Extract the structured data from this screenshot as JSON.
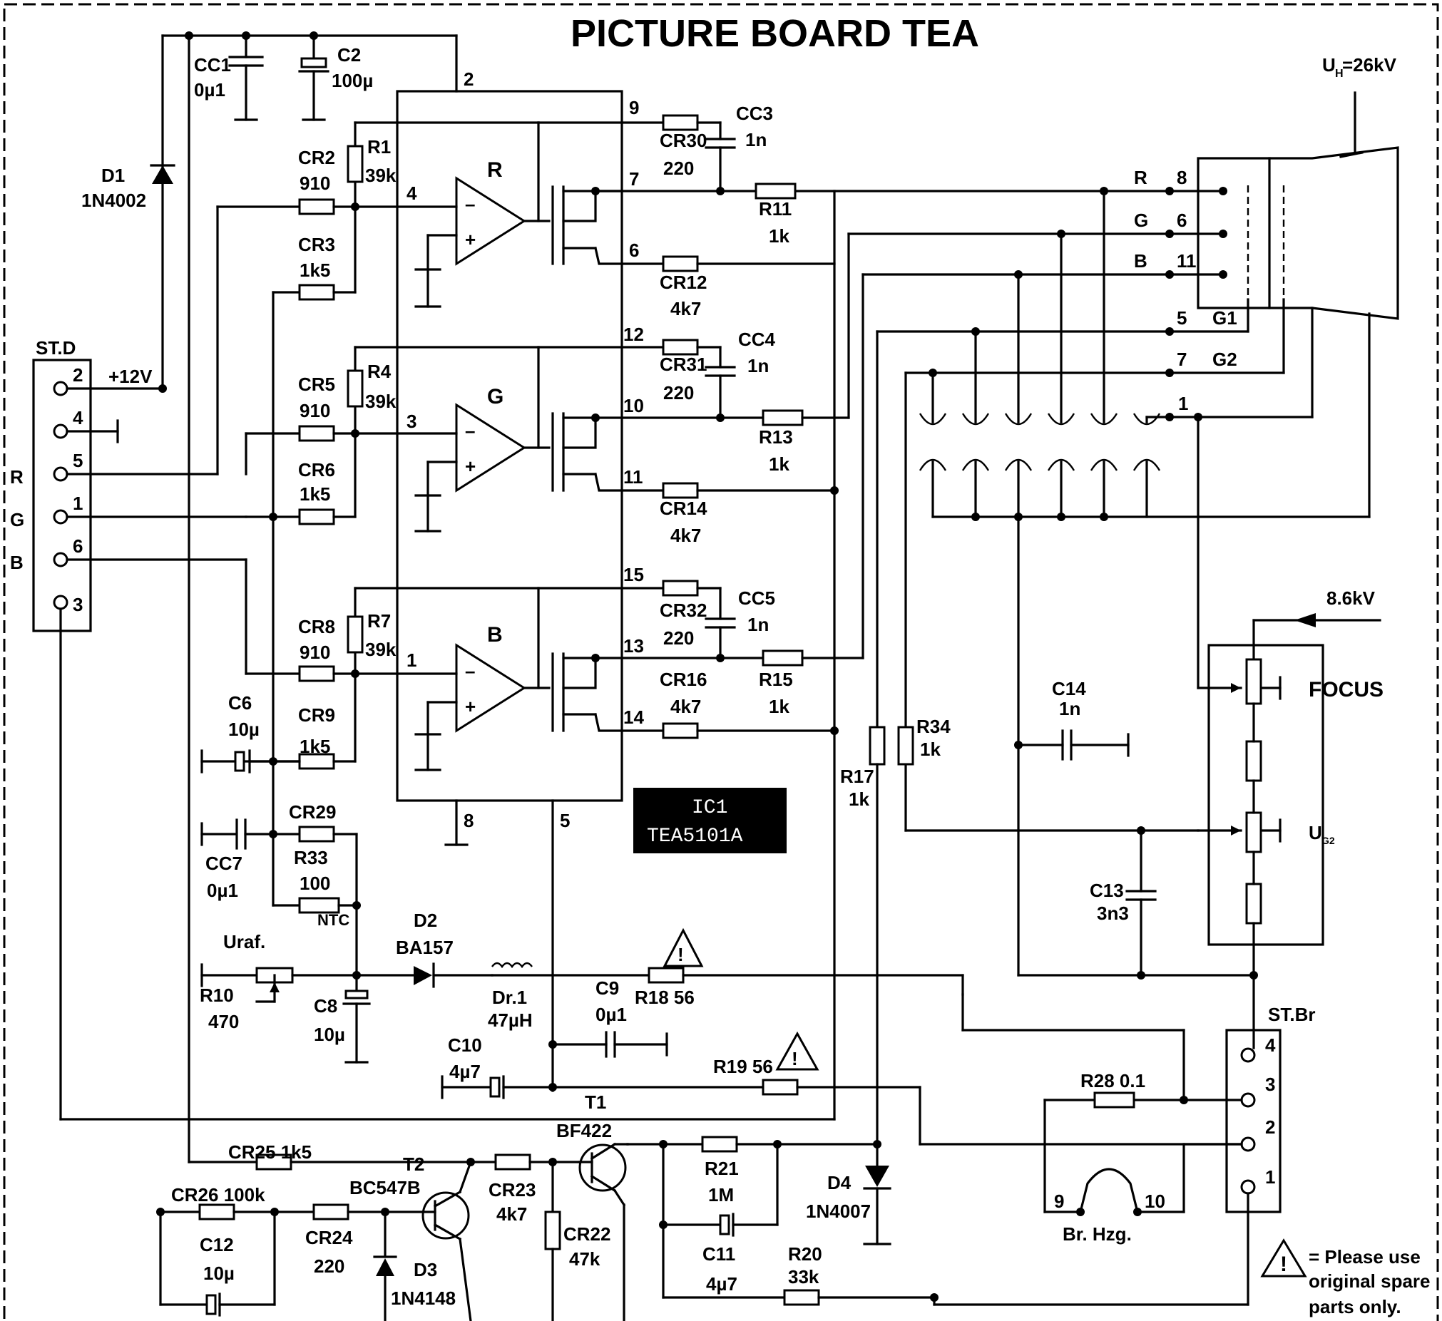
{
  "title": "PICTURE BOARD TEA",
  "uh_label": "U",
  "uh_sub": "H",
  "uh_value": "=26kV",
  "focus_kv": "8.6kV",
  "focus_label": "FOCUS",
  "ug2_label": "U",
  "ug2_sub": "G2",
  "ic": {
    "line1": "IC1",
    "line2": "TEA5101A"
  },
  "std": {
    "name": "ST.D",
    "supply": "+12V",
    "pins": [
      "2",
      "4",
      "5",
      "1",
      "6",
      "3"
    ],
    "sig": [
      "R",
      "G",
      "B"
    ]
  },
  "stbr": {
    "name": "ST.Br",
    "pins": [
      "4",
      "3",
      "2",
      "1"
    ]
  },
  "amps": [
    "R",
    "G",
    "B"
  ],
  "crt_pins": [
    {
      "name": "R",
      "pin": "8"
    },
    {
      "name": "G",
      "pin": "6"
    },
    {
      "name": "B",
      "pin": "11"
    },
    {
      "name": "G1",
      "pin": "5"
    },
    {
      "name": "G2",
      "pin": "7"
    },
    {
      "name": "",
      "pin": "1"
    }
  ],
  "ic_pins": [
    "2",
    "9",
    "7",
    "6",
    "12",
    "10",
    "11",
    "15",
    "13",
    "14",
    "4",
    "3",
    "1",
    "8",
    "5"
  ],
  "comp": {
    "cc1": [
      "CC1",
      "0µ1"
    ],
    "c2": [
      "C2",
      "100µ"
    ],
    "d1": [
      "D1",
      "1N4002"
    ],
    "cr2": [
      "CR2",
      "910"
    ],
    "r1": [
      "R1",
      "39k"
    ],
    "cr3": [
      "CR3",
      "1k5"
    ],
    "cr5": [
      "CR5",
      "910"
    ],
    "r4": [
      "R4",
      "39k"
    ],
    "cr6": [
      "CR6",
      "1k5"
    ],
    "cr8": [
      "CR8",
      "910"
    ],
    "r7": [
      "R7",
      "39k"
    ],
    "cr9": [
      "CR9",
      "1k5"
    ],
    "c6": [
      "C6",
      "10µ"
    ],
    "cr29": [
      "CR29"
    ],
    "cc7": [
      "CC7",
      "0µ1"
    ],
    "r33": [
      "R33",
      "100",
      "NTC"
    ],
    "uraf": [
      "Uraf."
    ],
    "r10": [
      "R10",
      "470"
    ],
    "c8": [
      "C8",
      "10µ"
    ],
    "d2": [
      "D2",
      "BA157"
    ],
    "dr1": [
      "Dr.1",
      "47µH"
    ],
    "c9": [
      "C9",
      "0µ1"
    ],
    "r18": [
      "R18 56"
    ],
    "c10": [
      "C10",
      "4µ7"
    ],
    "r19": [
      "R19 56"
    ],
    "t1": [
      "T1"
    ],
    "cr30": [
      "CR30",
      "220"
    ],
    "cc3": [
      "CC3",
      "1n"
    ],
    "r11": [
      "R11",
      "1k"
    ],
    "cr12": [
      "CR12",
      "4k7"
    ],
    "cr31": [
      "CR31",
      "220"
    ],
    "cc4": [
      "CC4",
      "1n"
    ],
    "r13": [
      "R13",
      "1k"
    ],
    "cr14": [
      "CR14",
      "4k7"
    ],
    "cr32": [
      "CR32",
      "220"
    ],
    "cc5": [
      "CC5",
      "1n"
    ],
    "r15": [
      "R15",
      "1k"
    ],
    "cr16": [
      "CR16",
      "4k7"
    ],
    "r17": [
      "R17",
      "1k"
    ],
    "r34": [
      "R34",
      "1k"
    ],
    "c14": [
      "C14",
      "1n"
    ],
    "c13": [
      "C13",
      "3n3"
    ],
    "r28": [
      "R28 0.1"
    ],
    "brhzg": [
      "Br. Hzg.",
      "9",
      "10"
    ],
    "cr25": [
      "CR25 1k5"
    ],
    "cr26": [
      "CR26 100k"
    ],
    "t2": [
      "T2",
      "BC547B"
    ],
    "cr24": [
      "CR24",
      "220"
    ],
    "c12": [
      "C12",
      "10µ"
    ],
    "d3": [
      "D3",
      "1N4148"
    ],
    "cr23": [
      "CR23",
      "4k7"
    ],
    "bf422": [
      "BF422"
    ],
    "cr22": [
      "CR22",
      "47k"
    ],
    "r21": [
      "R21",
      "1M"
    ],
    "c11": [
      "C11",
      "4µ7"
    ],
    "r20": [
      "R20",
      "33k"
    ],
    "d4": [
      "D4",
      "1N4007"
    ]
  },
  "warning_note": [
    "= Please use",
    "original spare",
    "parts only."
  ]
}
